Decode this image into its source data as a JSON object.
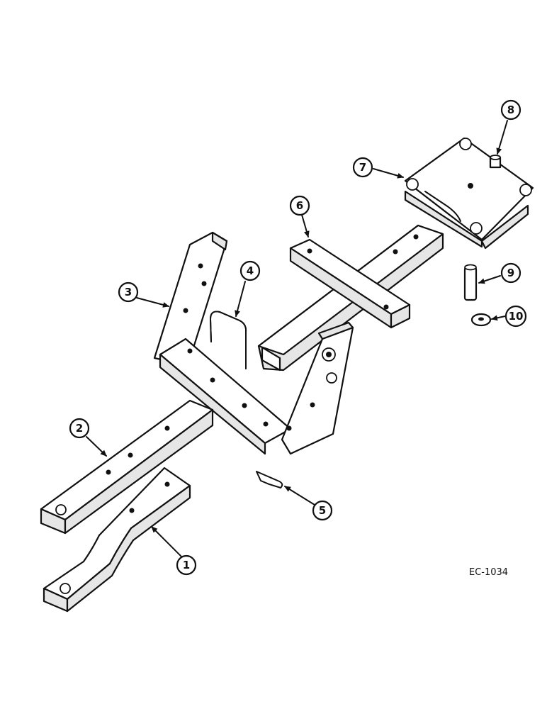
{
  "drawing_ref": "EC-1034",
  "callouts": [
    "1",
    "2",
    "3",
    "4",
    "5",
    "6",
    "7",
    "8",
    "9",
    "10"
  ]
}
